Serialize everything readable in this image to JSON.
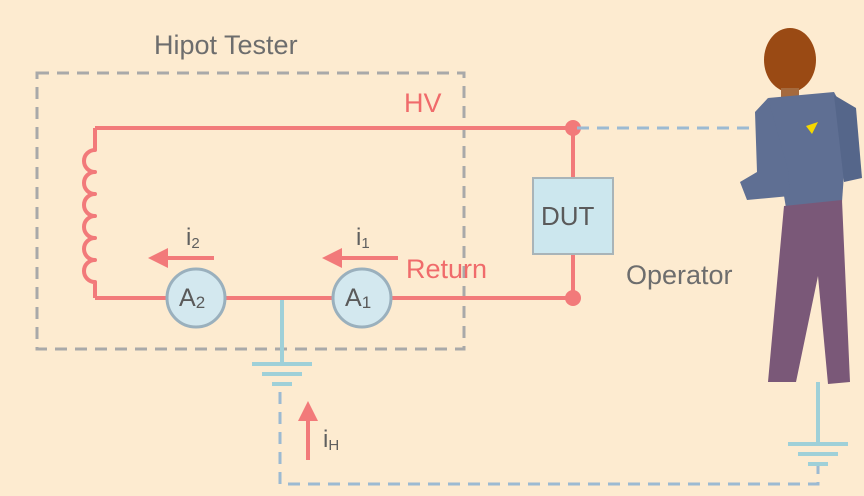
{
  "tester": {
    "title": "Hipot Tester"
  },
  "labels": {
    "hv": "HV",
    "return": "Return",
    "dut": "DUT",
    "operator": "Operator"
  },
  "meters": {
    "a1": {
      "main": "A",
      "sub": "1"
    },
    "a2": {
      "main": "A",
      "sub": "2"
    }
  },
  "currents": {
    "i1": {
      "main": "i",
      "sub": "1"
    },
    "i2": {
      "main": "i",
      "sub": "2"
    },
    "ih": {
      "main": "i",
      "sub": "H"
    }
  },
  "colors": {
    "background": "#fdebd0",
    "circuit": "#f27a7a",
    "label_red": "#f06b6b",
    "dashed_box": "#a9a9a9",
    "leakage_path": "#9cbad2",
    "ground": "#9fd0d8",
    "dut_fill": "#cce7ee",
    "meter_fill": "#d3e8ef",
    "meter_stroke": "#9ab0bd",
    "operator_shirt": "#5f6f93",
    "operator_pants": "#7a5878",
    "operator_head": "#9a4a14",
    "operator_badge": "#f5d800"
  }
}
